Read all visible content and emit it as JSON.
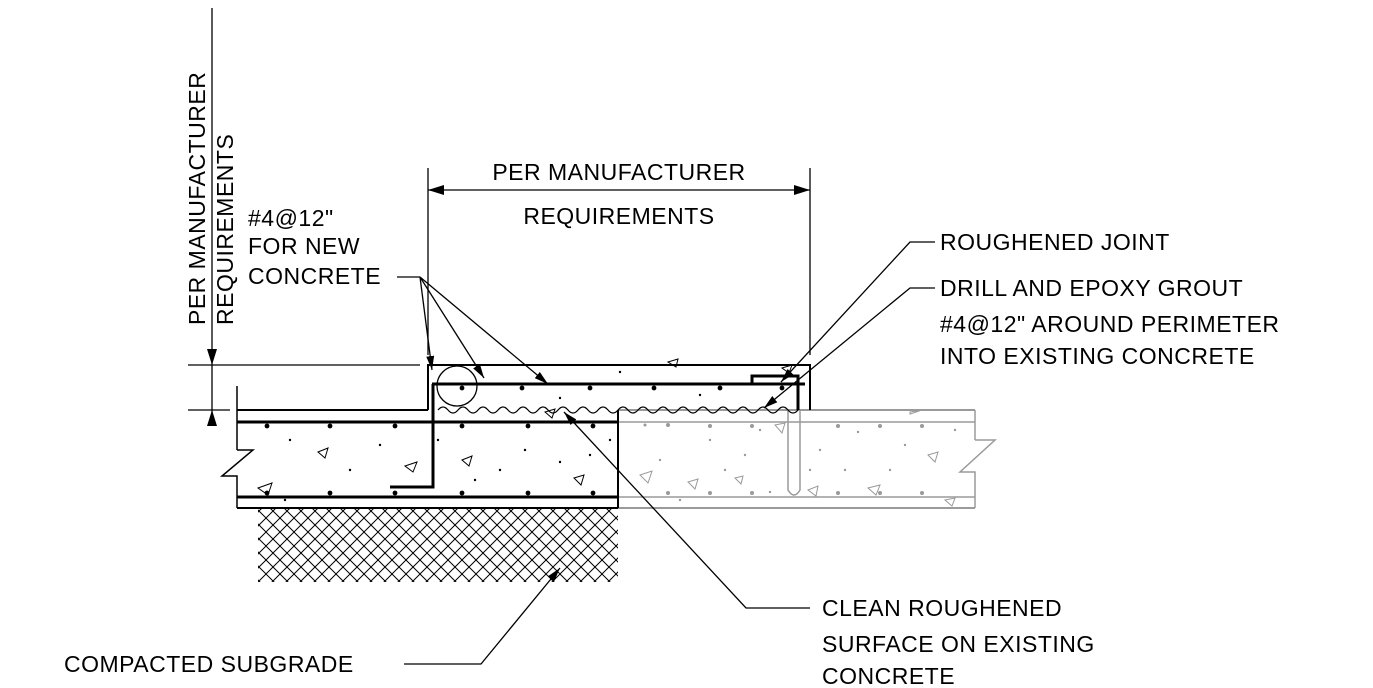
{
  "labels": {
    "vertical_dim": [
      "PER MANUFACTURER",
      "REQUIREMENTS"
    ],
    "horizontal_dim": [
      "PER MANUFACTURER",
      "REQUIREMENTS"
    ],
    "rebar_new": [
      "#4@12\"",
      "FOR NEW",
      "CONCRETE"
    ],
    "roughened_joint": "ROUGHENED JOINT",
    "drill_epoxy": [
      "DRILL AND EPOXY GROUT",
      "#4@12\" AROUND PERIMETER",
      "INTO EXISTING CONCRETE"
    ],
    "clean_surface": [
      "CLEAN ROUGHENED",
      "SURFACE ON EXISTING",
      "CONCRETE"
    ],
    "subgrade": "COMPACTED SUBGRADE"
  },
  "colors": {
    "new_concrete": "#000000",
    "existing_concrete": "#9a9a9a",
    "background": "#ffffff"
  }
}
